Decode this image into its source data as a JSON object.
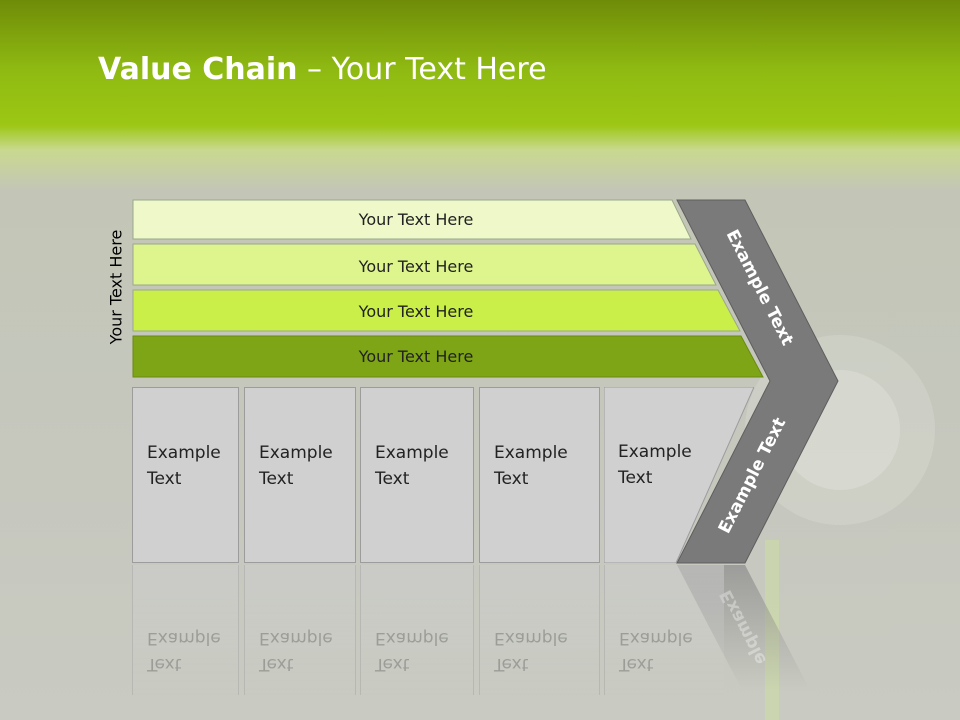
{
  "slide": {
    "title_bold": "Value Chain",
    "title_rest": " – Your Text Here",
    "side_label": "Your Text Here"
  },
  "bars": [
    {
      "label": "Your Text Here",
      "color": "#eef8c8"
    },
    {
      "label": "Your Text Here",
      "color": "#def58e"
    },
    {
      "label": "Your Text Here",
      "color": "#c9ef48"
    },
    {
      "label": "Your Text Here",
      "color": "#7ea516"
    }
  ],
  "boxes": [
    {
      "line1": "Example",
      "line2": "Text"
    },
    {
      "line1": "Example",
      "line2": "Text"
    },
    {
      "line1": "Example",
      "line2": "Text"
    },
    {
      "line1": "Example",
      "line2": "Text"
    },
    {
      "line1": "Example",
      "line2": "Text"
    }
  ],
  "chevron": {
    "upper_label": "Example Text",
    "lower_label": "Example Text",
    "color": "#7a7a7a"
  }
}
